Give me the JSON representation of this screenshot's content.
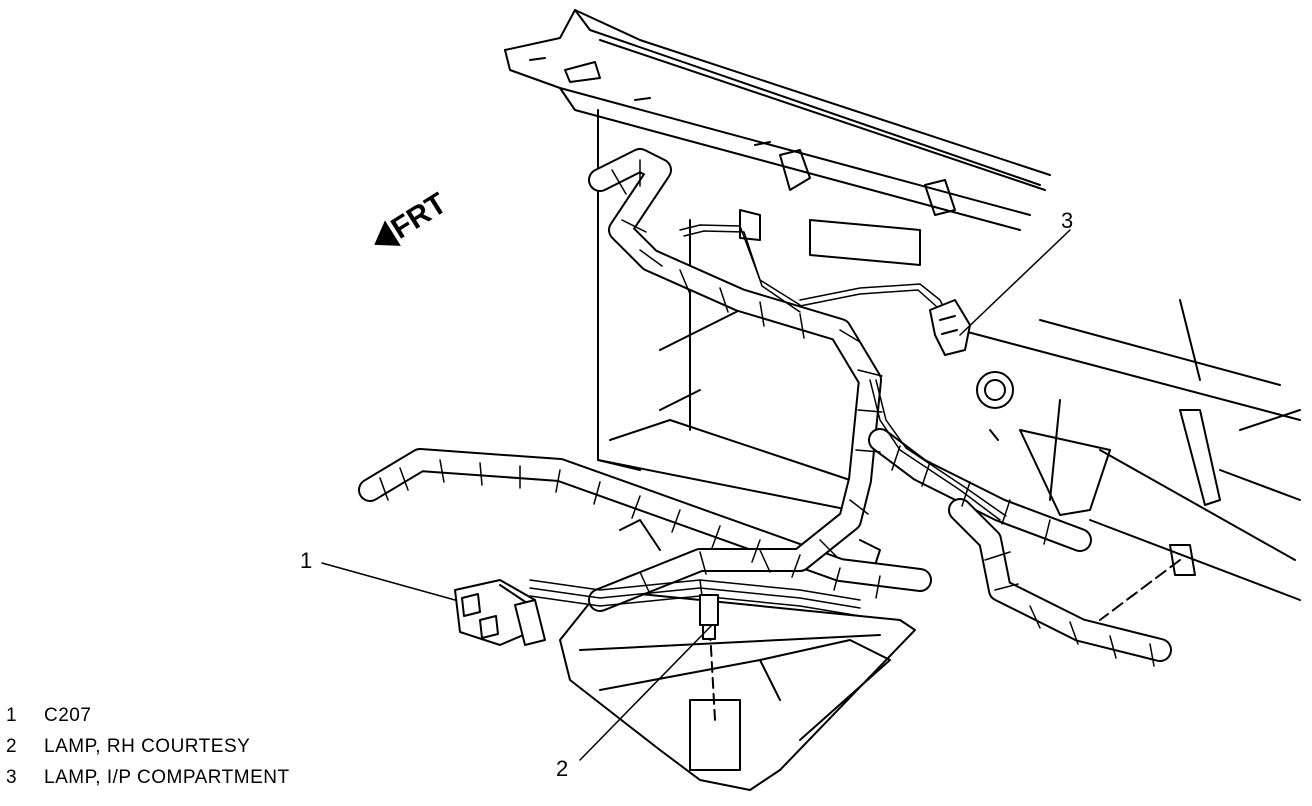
{
  "direction": {
    "label": "FRT",
    "icon": "arrow-left-icon"
  },
  "callouts": [
    "1",
    "2",
    "3"
  ],
  "legend": [
    {
      "num": "1",
      "text": "C207"
    },
    {
      "num": "2",
      "text": "LAMP, RH COURTESY"
    },
    {
      "num": "3",
      "text": "LAMP, I/P COMPARTMENT"
    }
  ]
}
